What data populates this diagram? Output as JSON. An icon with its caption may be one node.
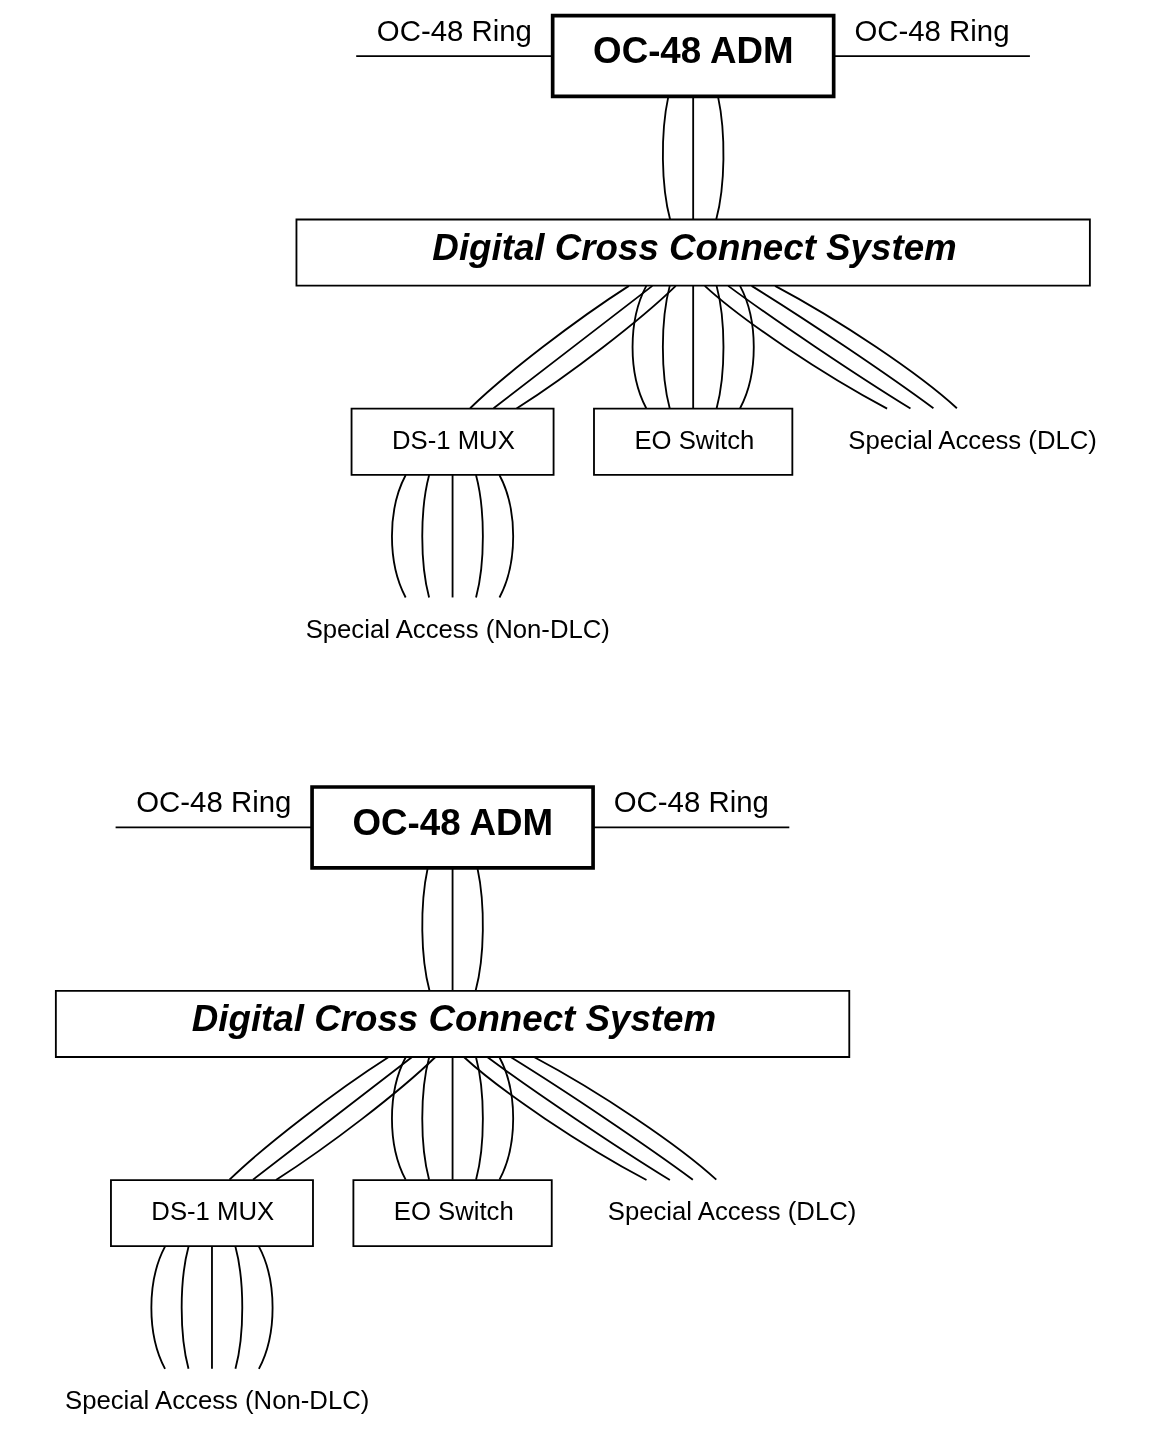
{
  "diagram": {
    "nodes": [
      {
        "text": [
          "OC-48 ADM"
        ]
      },
      {
        "text": [
          "Digital Cross Connect System"
        ]
      },
      {
        "text": [
          "DS-1 MUX"
        ]
      },
      {
        "text": [
          "EO Switch"
        ]
      },
      {
        "text": [
          "Special Access (DLC)"
        ]
      },
      {
        "text": [
          "Special Access (Non-DLC)"
        ]
      },
      {
        "text": [
          "OC-48 ADM"
        ]
      },
      {
        "text": [
          "Digital Cross Connect System"
        ]
      },
      {
        "text": [
          "DS-1 MUX"
        ]
      },
      {
        "text": [
          "EO Switch"
        ]
      },
      {
        "text": [
          "Special Access (DLC)"
        ]
      },
      {
        "text": [
          "Special Access (Non-DLC)"
        ]
      }
    ],
    "edges": [
      {
        "from": null,
        "to": 0,
        "arrow": "none",
        "label": "OC-48 Ring"
      },
      {
        "from": 0,
        "to": null,
        "arrow": "none",
        "label": "OC-48 Ring"
      },
      {
        "from": 0,
        "to": 1,
        "arrow": "none"
      },
      {
        "from": 0,
        "to": 1,
        "arrow": "none"
      },
      {
        "from": 0,
        "to": 1,
        "arrow": "none"
      },
      {
        "from": 1,
        "to": 2,
        "arrow": "none"
      },
      {
        "from": 1,
        "to": 2,
        "arrow": "none"
      },
      {
        "from": 1,
        "to": 2,
        "arrow": "none"
      },
      {
        "from": 1,
        "to": 4,
        "arrow": "none"
      },
      {
        "from": 1,
        "to": 4,
        "arrow": "none"
      },
      {
        "from": 1,
        "to": 4,
        "arrow": "none"
      },
      {
        "from": 1,
        "to": 4,
        "arrow": "none"
      },
      {
        "from": 1,
        "to": 3,
        "arrow": "none"
      },
      {
        "from": 1,
        "to": 3,
        "arrow": "none"
      },
      {
        "from": 1,
        "to": 3,
        "arrow": "none"
      },
      {
        "from": 1,
        "to": 3,
        "arrow": "none"
      },
      {
        "from": 1,
        "to": 3,
        "arrow": "none"
      },
      {
        "from": 2,
        "to": 5,
        "arrow": "none"
      },
      {
        "from": 2,
        "to": 5,
        "arrow": "none"
      },
      {
        "from": 2,
        "to": 5,
        "arrow": "none"
      },
      {
        "from": 2,
        "to": 5,
        "arrow": "none"
      },
      {
        "from": 2,
        "to": 5,
        "arrow": "none"
      },
      {
        "from": null,
        "to": 6,
        "arrow": "none",
        "label": "OC-48 Ring"
      },
      {
        "from": 6,
        "to": null,
        "arrow": "none",
        "label": "OC-48 Ring"
      },
      {
        "from": 6,
        "to": 7,
        "arrow": "none"
      },
      {
        "from": 6,
        "to": 7,
        "arrow": "none"
      },
      {
        "from": 6,
        "to": 7,
        "arrow": "none"
      },
      {
        "from": 7,
        "to": 8,
        "arrow": "none"
      },
      {
        "from": 7,
        "to": 8,
        "arrow": "none"
      },
      {
        "from": 7,
        "to": 8,
        "arrow": "none"
      },
      {
        "from": 7,
        "to": 10,
        "arrow": "none"
      },
      {
        "from": 7,
        "to": 10,
        "arrow": "none"
      },
      {
        "from": 7,
        "to": 10,
        "arrow": "none"
      },
      {
        "from": 7,
        "to": 10,
        "arrow": "none"
      },
      {
        "from": 7,
        "to": 9,
        "arrow": "none"
      },
      {
        "from": 7,
        "to": 9,
        "arrow": "none"
      },
      {
        "from": 7,
        "to": 9,
        "arrow": "none"
      },
      {
        "from": 7,
        "to": 9,
        "arrow": "none"
      },
      {
        "from": 7,
        "to": 9,
        "arrow": "none"
      },
      {
        "from": 8,
        "to": 11,
        "arrow": "none"
      },
      {
        "from": 8,
        "to": 11,
        "arrow": "none"
      },
      {
        "from": 8,
        "to": 11,
        "arrow": "none"
      },
      {
        "from": 8,
        "to": 11,
        "arrow": "none"
      },
      {
        "from": 8,
        "to": 11,
        "arrow": "none"
      }
    ]
  }
}
